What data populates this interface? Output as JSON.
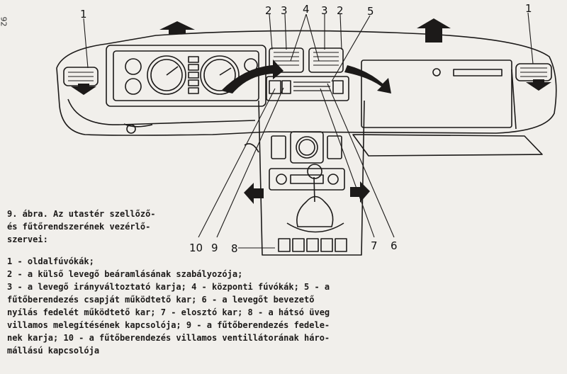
{
  "page_number": "92",
  "callouts": {
    "c1_left": "1",
    "c1_right": "1",
    "c2_a": "2",
    "c3_a": "3",
    "c4": "4",
    "c3_b": "3",
    "c2_b": "2",
    "c5": "5",
    "c10": "10",
    "c9": "9",
    "c8": "8",
    "c7": "7",
    "c6": "6"
  },
  "caption": {
    "text": "9. ábra. Az utastér szellőző-\nés fűtőrendszerének vezérlő-\nszervei:"
  },
  "legend": [
    "1 - oldalfúvókák;",
    "2 - a külső levegő beáramlásának szabályozója;",
    "3 - a levegő irányváltoztató karja; 4 - központi fúvókák; 5 - a\nfűtőberendezés csapját működtető kar; 6 - a levegőt bevezető\nnyílás fedelét működtető kar; 7 - elosztó kar; 8 - a hátsó üveg\nvillamos melegítésének kapcsolója; 9 - a fűtőberendezés fedele-\nnek karja; 10 - a fűtőberendezés villamos ventillátorának háro-\nmállású kapcsolója"
  ]
}
